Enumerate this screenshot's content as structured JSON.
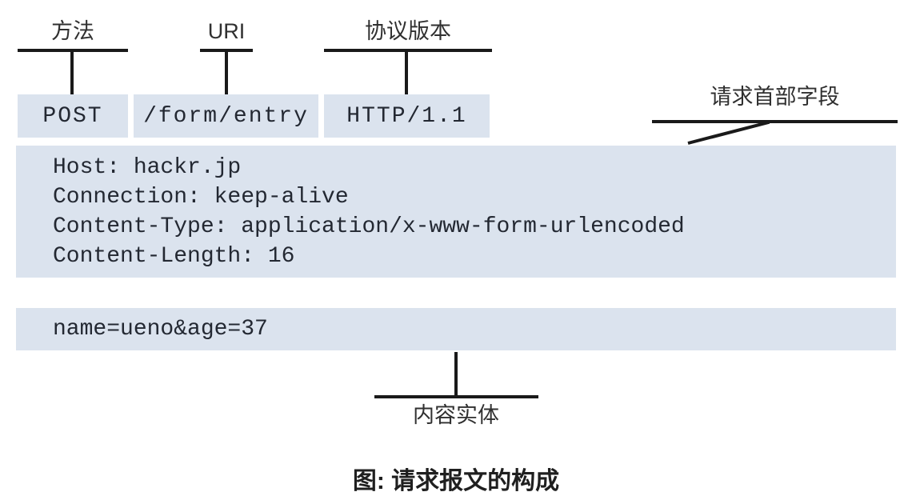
{
  "diagram": {
    "annotations": {
      "method": "方法",
      "uri": "URI",
      "version": "协议版本",
      "header_fields": "请求首部字段",
      "entity": "内容实体"
    },
    "request_line": {
      "method": "POST",
      "uri": "/form/entry",
      "version": "HTTP/1.1"
    },
    "headers": [
      "Host: hackr.jp",
      "Connection: keep-alive",
      "Content-Type: application/x-www-form-urlencoded",
      "Content-Length: 16"
    ],
    "body": "name=ueno&age=37",
    "caption": "图: 请求报文的构成",
    "colors": {
      "box_fill": "#dbe3ee",
      "line": "#1a1a1a",
      "code_text": "#232832",
      "label_text": "#303030"
    }
  }
}
